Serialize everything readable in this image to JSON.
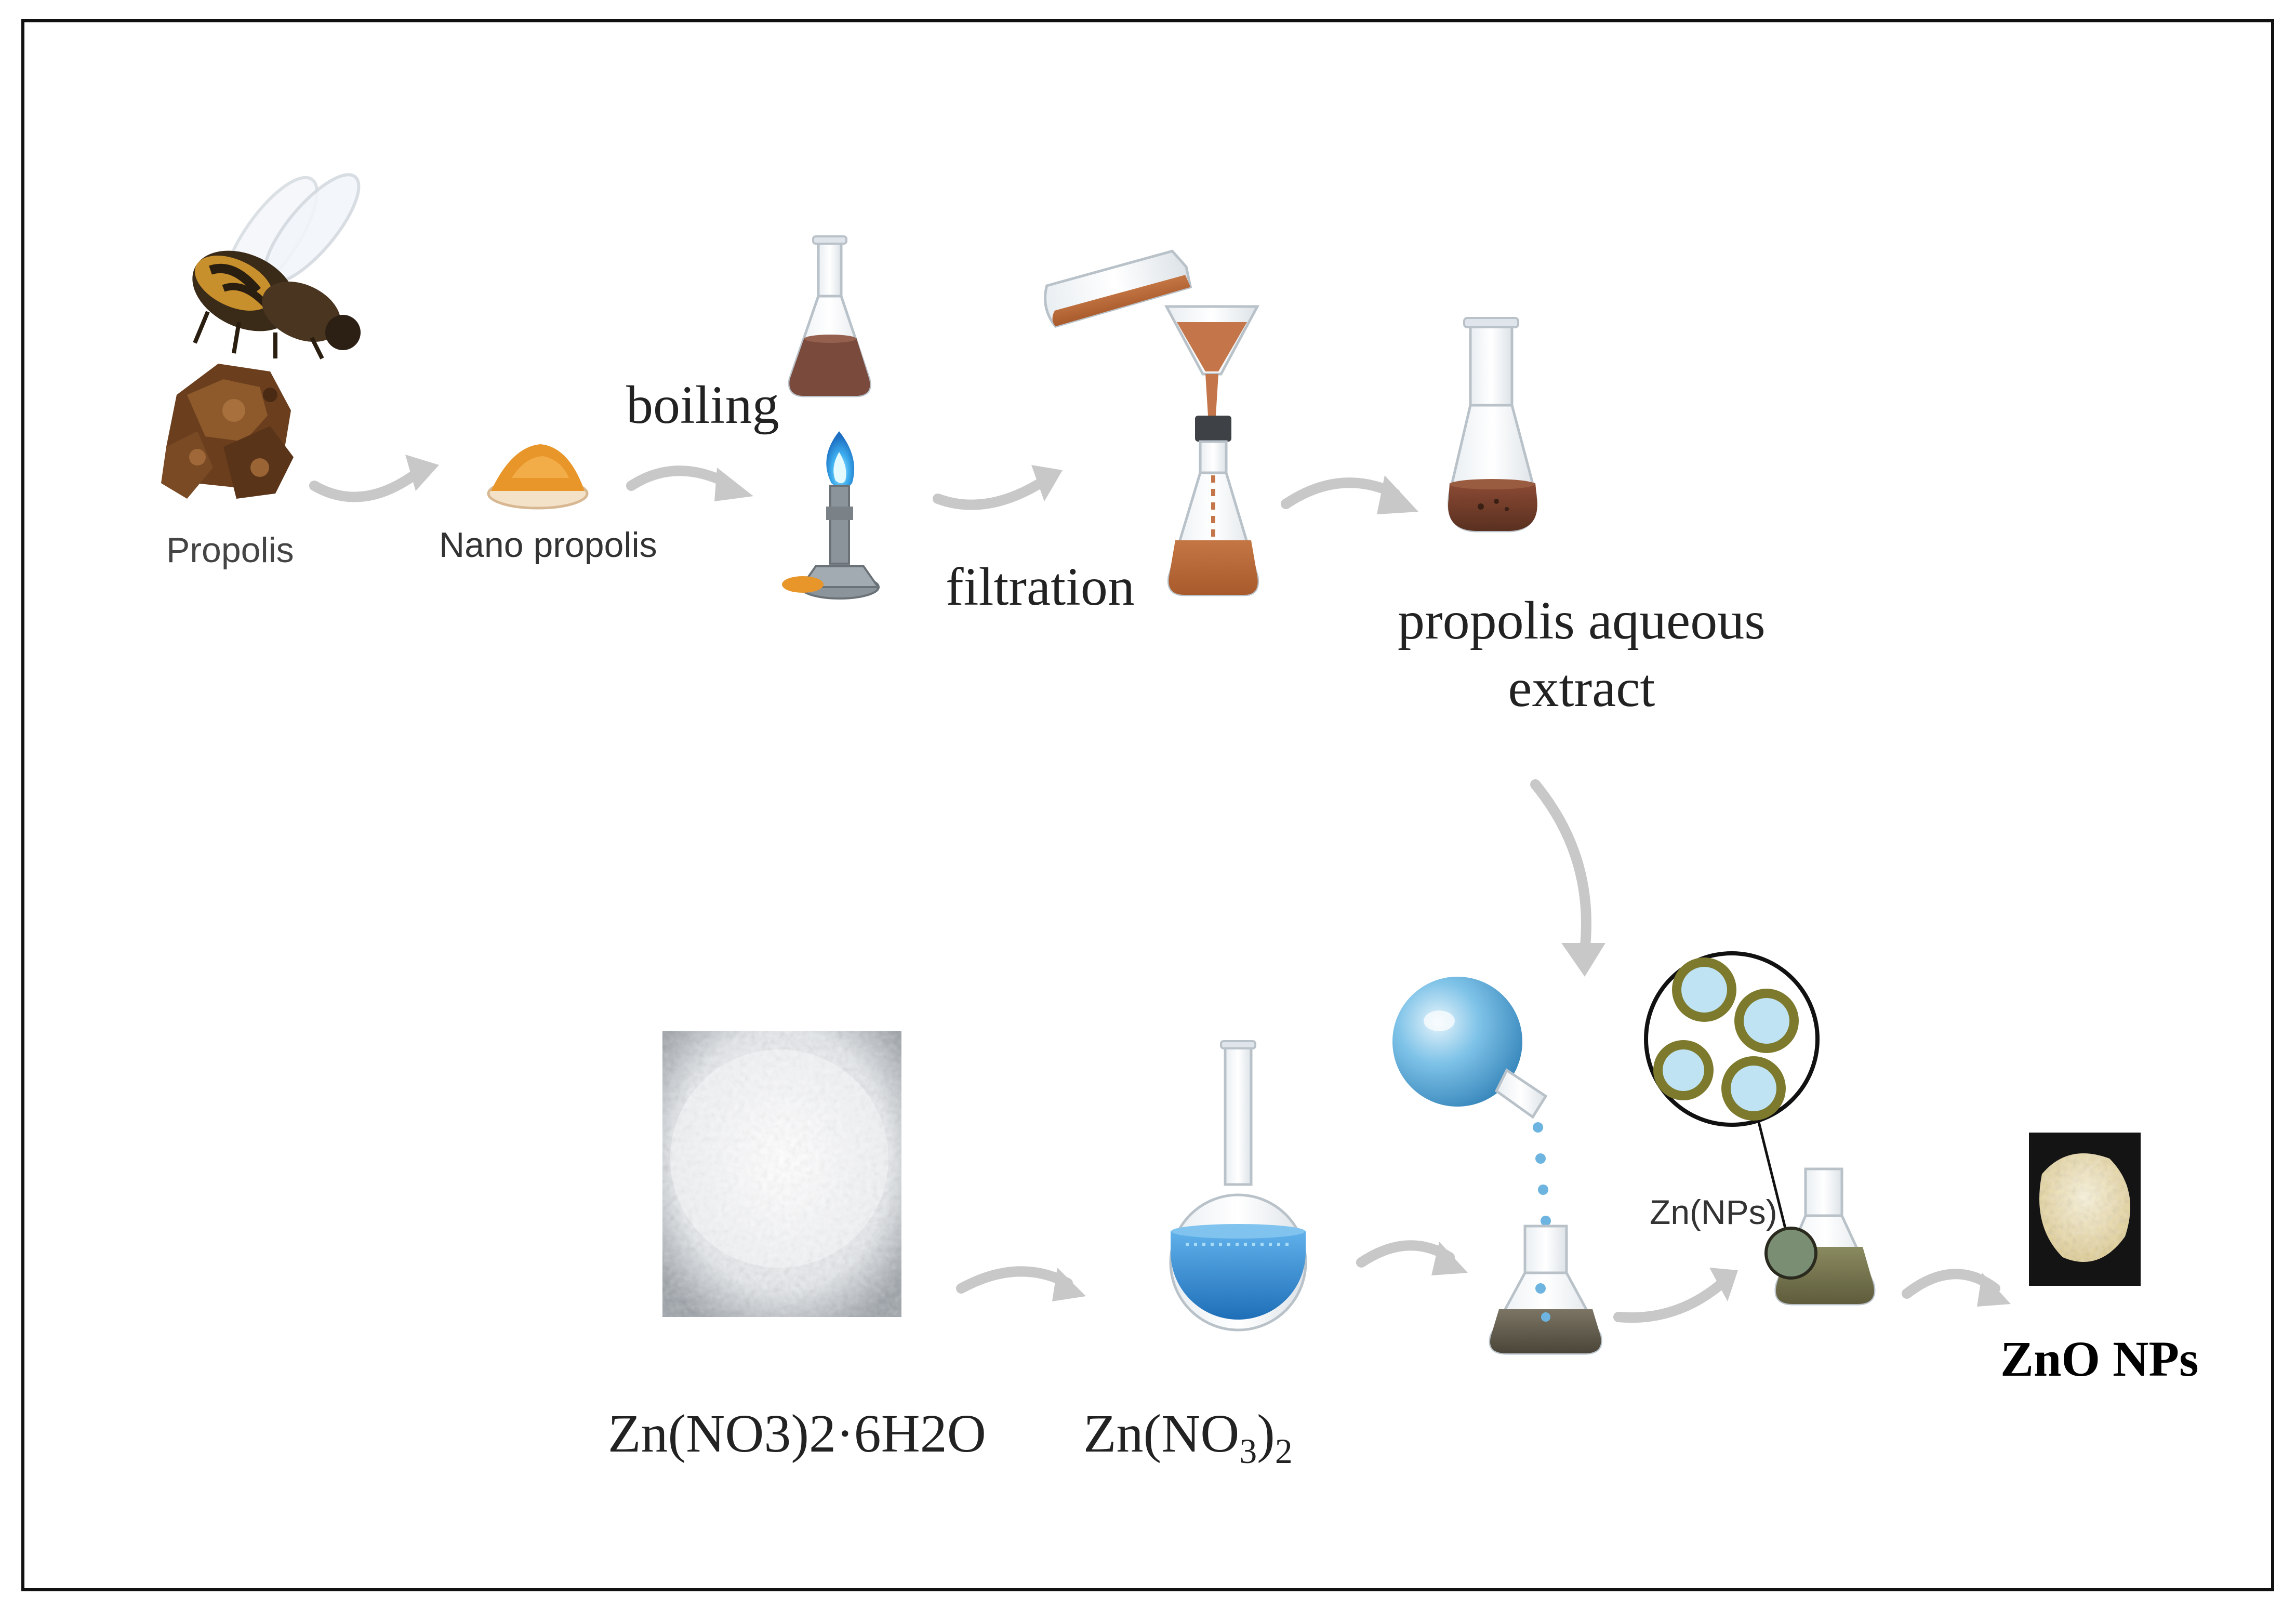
{
  "labels": {
    "propolis": "Propolis",
    "nano_propolis": "Nano propolis",
    "boiling": "boiling",
    "filtration": "filtration",
    "extract_line1": "propolis aqueous",
    "extract_line2": "extract",
    "zinc_nitrate_hexahydrate": "Zn(NO3)2·6H2O",
    "zinc_nitrate_main": "Zn(NO",
    "zinc_nitrate_sub1": "3",
    "zinc_nitrate_close": ")",
    "zinc_nitrate_sub2": "2",
    "zn_nps": "Zn(NPs)",
    "zno_nps": "ZnO NPs"
  },
  "colors": {
    "border": "#111111",
    "arrow": "#c8c8c8",
    "propolis_liquid": "#8a4a2c",
    "nano_powder": "#e8962a",
    "flame": "#3aa0e8",
    "blue_solution": "#2e86d0",
    "nanoparticle_shell": "#7d7a2e",
    "nanoparticle_core": "#bfe3f2",
    "dark_solution": "#5a5446",
    "zno_powder": "#efe0b6"
  }
}
